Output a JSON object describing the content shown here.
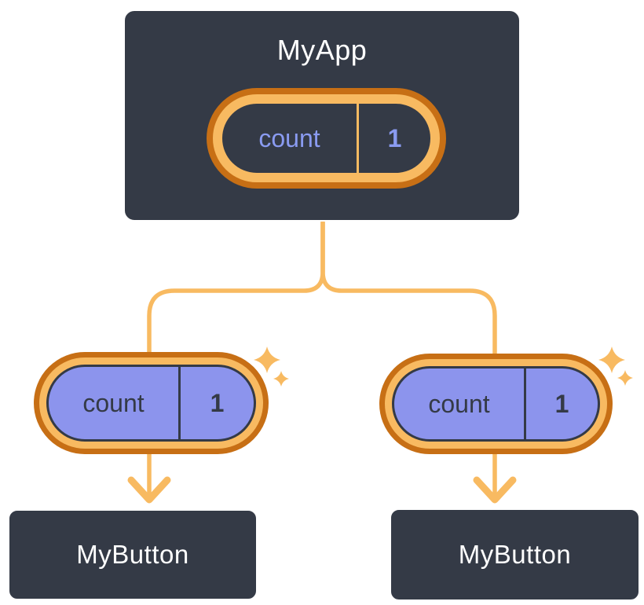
{
  "diagram": {
    "root": {
      "title": "MyApp",
      "state": {
        "name": "count",
        "value": "1"
      }
    },
    "children": [
      {
        "title": "MyButton",
        "prop": {
          "name": "count",
          "value": "1"
        }
      },
      {
        "title": "MyButton",
        "prop": {
          "name": "count",
          "value": "1"
        }
      }
    ]
  },
  "icons": {
    "sparkle": "sparkle-icon",
    "arrow": "arrow-down-icon"
  },
  "colors": {
    "background": "#FFFFFF",
    "node_fill": "#343A46",
    "node_border": "#FFFFFF",
    "node_text": "#FFFFFF",
    "ring_outer": "#C76F15",
    "ring_inner": "#F8BA61",
    "connector": "#F8BA61",
    "state_fill": "#8C94ED",
    "state_text_dark_pill": "#8A9BF1",
    "state_text_light_pill": "#343A46"
  }
}
